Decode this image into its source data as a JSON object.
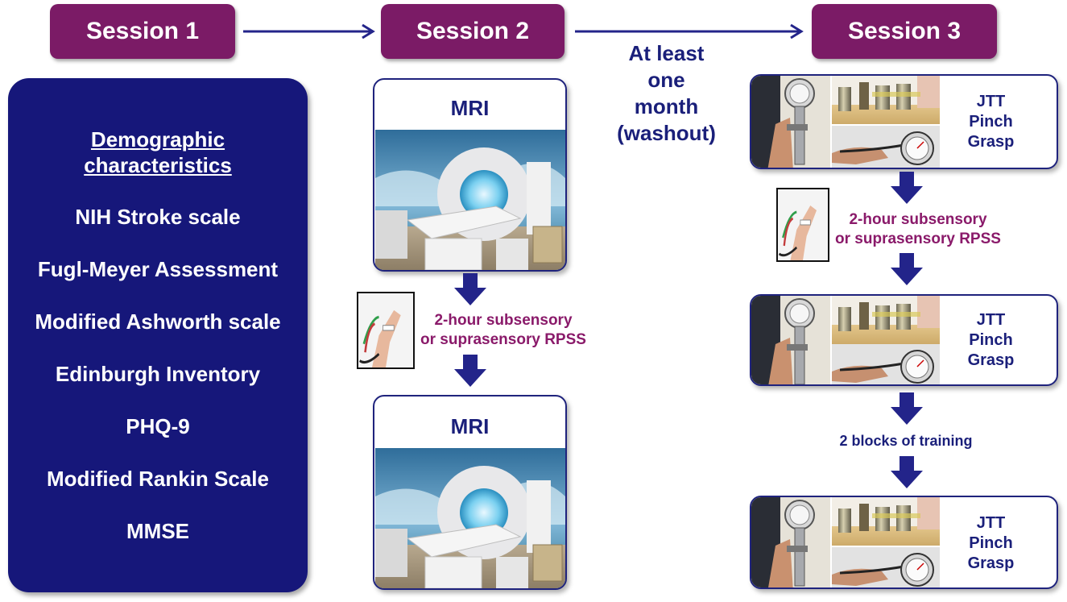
{
  "sessions": {
    "s1": "Session 1",
    "s2": "Session 2",
    "s3": "Session 3"
  },
  "washout_lines": [
    "At least",
    "one",
    "month",
    "(washout)"
  ],
  "session1": {
    "heading_line1": "Demographic",
    "heading_line2": "characteristics",
    "items": [
      "NIH Stroke scale",
      "Fugl-Meyer Assessment",
      "Modified Ashworth scale",
      "Edinburgh Inventory",
      "PHQ-9",
      "Modified Rankin Scale",
      "MMSE"
    ]
  },
  "session2": {
    "mri_top_label": "MRI",
    "mri_bottom_label": "MRI",
    "rpss_line1": "2-hour subsensory",
    "rpss_line2": "or suprasensory RPSS"
  },
  "session3": {
    "tests_line1": "JTT",
    "tests_line2": "Pinch",
    "tests_line3": "Grasp",
    "rpss_line1": "2-hour subsensory",
    "rpss_line2": "or suprasensory RPSS",
    "training_label": "2 blocks of training"
  },
  "colors": {
    "session_header": "#7b1b66",
    "panel": "#16177a",
    "navy_text": "#1a1f7a",
    "purple_text": "#8a1a6a",
    "arrow": "#23248a"
  },
  "icons": [
    "right-arrow-icon",
    "down-arrow-icon",
    "mri-scanner-image",
    "hand-electrode-image",
    "dynamometer-image",
    "jebsen-taylor-image",
    "pinch-gauge-image"
  ]
}
